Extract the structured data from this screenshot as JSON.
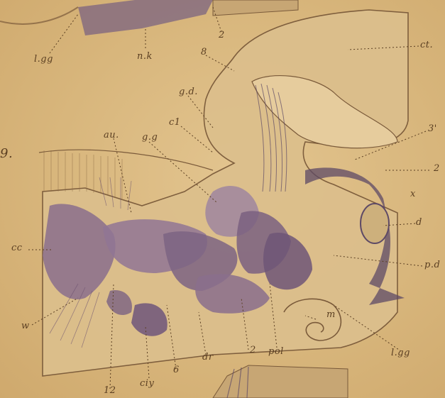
{
  "figure": {
    "fig_number": "9.",
    "labels": {
      "l_tl": "l.gg",
      "l_nk": "n.k",
      "l_2_top": "2",
      "l_8": "8",
      "l_ct": "ct.",
      "l_gd": "g.d.",
      "l_c1": "c1",
      "l_au": "au.",
      "l_gg2": "g.g",
      "l_3p": "3'",
      "l_2r": "2",
      "l_xr": "x",
      "l_dr": "d",
      "l_pd": "p.d",
      "l_ggb": "l.gg",
      "l_m": "m",
      "l_pol": "pol",
      "l_2b": "2",
      "l_dr2": "dr",
      "l_ciy": "ciy",
      "l_6": "6",
      "l_12": "12",
      "l_w": "w",
      "l_cc": "cc"
    }
  },
  "colors": {
    "paper": "#d9b87f",
    "ink": "#5b3f22",
    "tissue": "#8a6f8c",
    "tissue_dark": "#5e4a66"
  }
}
